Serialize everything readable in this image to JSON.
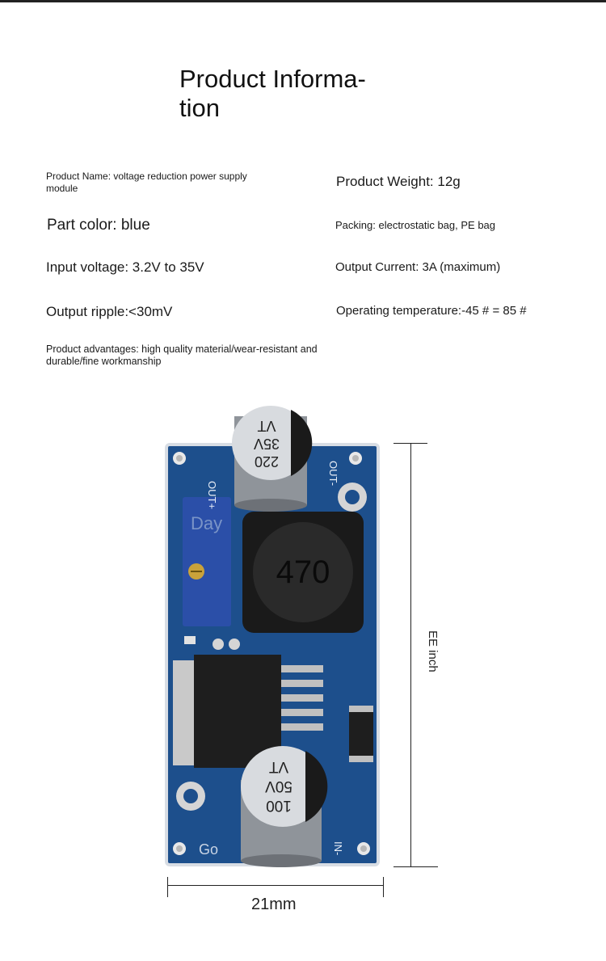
{
  "header": {
    "title_line1": "Product Informa-",
    "title_line2": "tion"
  },
  "specs": {
    "product_name_line1": "Product Name: voltage reduction power supply",
    "product_name_line2": "module",
    "product_weight": "Product Weight: 12g",
    "part_color": "Part color: blue",
    "packing": "Packing: electrostatic bag, PE bag",
    "input_voltage": "Input voltage: 3.2V to 35V",
    "output_current": "Output Current: 3A (maximum)",
    "output_ripple": "Output ripple:<30mV",
    "operating_temperature": "Operating temperature:-45 # = 85 #",
    "advantages_line1": "Product advantages: high quality material/wear-resistant and",
    "advantages_line2": "durable/fine workmanship"
  },
  "image": {
    "cap1_line1": "220",
    "cap1_line2": "35V",
    "cap1_line3": "VT",
    "inductor_label": "470",
    "cap2_line1": "100",
    "cap2_line2": "50V",
    "cap2_line3": "VT",
    "silk_out_plus": "OUT+",
    "silk_out_minus": "OUT-",
    "silk_in_minus": "IN-",
    "silk_go": "Go",
    "watermark": "Day"
  },
  "dimensions": {
    "width_label": "21mm",
    "height_label": "EE inch"
  },
  "colors": {
    "pcb": "#1d4f8c",
    "pcb_dark": "#143a6a",
    "pot": "#2b4fa8"
  }
}
